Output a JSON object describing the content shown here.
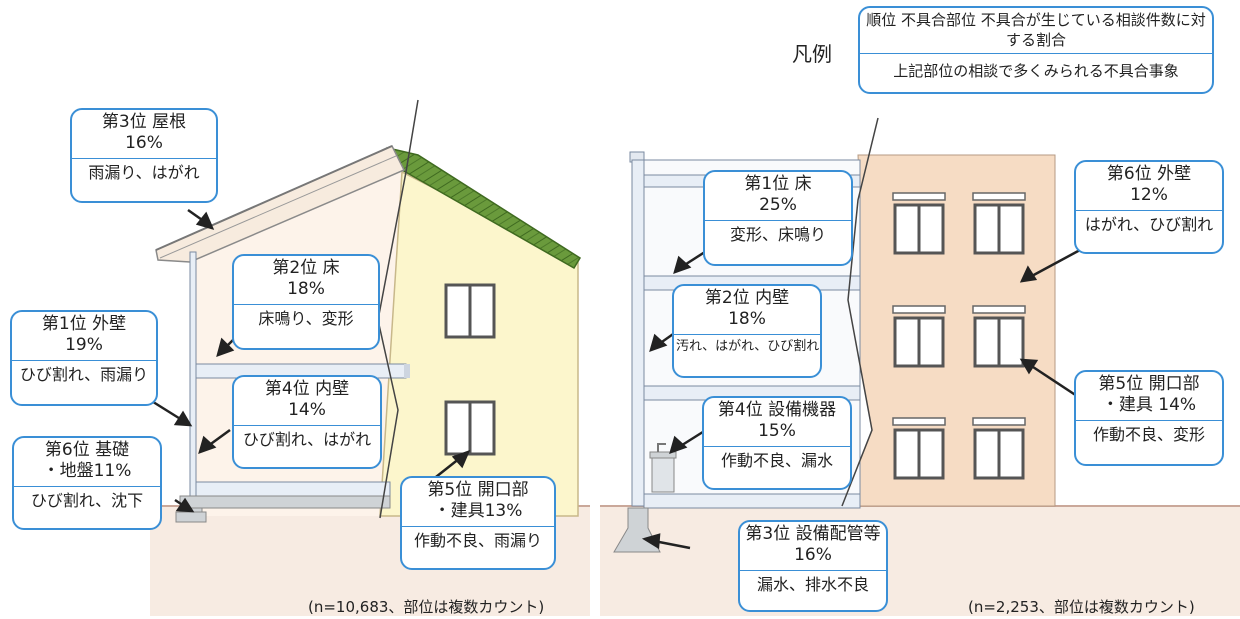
{
  "legend": {
    "label": "凡例",
    "rank_line": "順位 不具合部位",
    "ratio_line": "不具合が生じている相談件数に対する割合",
    "issues_line": "上記部位の相談で多くみられる不具合事象"
  },
  "house": {
    "note": "(n=10,683、部位は複数カウント)",
    "items": [
      {
        "rank": "第3位 屋根",
        "pct": "16%",
        "issues": "雨漏り、はがれ"
      },
      {
        "rank": "第2位 床",
        "pct": "18%",
        "issues": "床鳴り、変形"
      },
      {
        "rank": "第1位 外壁",
        "pct": "19%",
        "issues": "ひび割れ、雨漏り"
      },
      {
        "rank": "第4位 内壁",
        "pct": "14%",
        "issues": "ひび割れ、はがれ"
      },
      {
        "rank": "第6位 基礎",
        "pct": "・地盤11%",
        "issues": "ひび割れ、沈下"
      },
      {
        "rank": "第5位 開口部",
        "pct": "・建具13%",
        "issues": "作動不良、雨漏り"
      }
    ]
  },
  "apartment": {
    "note": "(n=2,253、部位は複数カウント)",
    "items": [
      {
        "rank": "第1位 床",
        "pct": "25%",
        "issues": "変形、床鳴り"
      },
      {
        "rank": "第2位 内壁",
        "pct": "18%",
        "issues": "汚れ、はがれ、ひび割れ"
      },
      {
        "rank": "第4位 設備機器",
        "pct": "15%",
        "issues": "作動不良、漏水"
      },
      {
        "rank": "第3位 設備配管等",
        "pct": "16%",
        "issues": "漏水、排水不良"
      },
      {
        "rank": "第6位 外壁",
        "pct": "12%",
        "issues": "はがれ、ひび割れ"
      },
      {
        "rank": "第5位 開口部",
        "pct": "・建具 14%",
        "issues": "作動不良、変形"
      }
    ]
  }
}
